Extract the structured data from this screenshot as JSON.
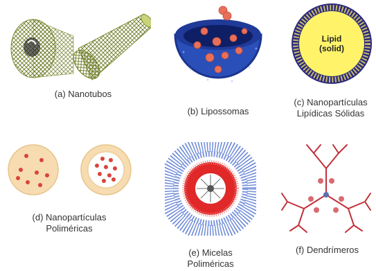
{
  "panels": {
    "nanotubes": {
      "caption": "(a) Nanotubos"
    },
    "liposomes": {
      "caption": "(b) Lipossomas"
    },
    "sln": {
      "caption_line1": "(c) Nanopartículas",
      "caption_line2": "Lipídicas Sólidas",
      "label_line1": "Lipid",
      "label_line2": "(solid)"
    },
    "polymeric_np": {
      "caption_line1": "(d) Nanopartículas",
      "caption_line2": "Poliméricas"
    },
    "micelles": {
      "caption_line1": "(e) Micelas",
      "caption_line2": "Poliméricas"
    },
    "dendrimers": {
      "caption": "(f) Dendrímeros"
    }
  },
  "colors": {
    "nanotube": "#8a9a3a",
    "liposome_shell": "#1f3fa0",
    "drug_sphere": "#e8705a",
    "sln_core": "#fff36a",
    "sln_ring": "#2a2a7a",
    "np_shell": "#f4d6a8",
    "np_dot": "#d9443a",
    "micelle_outer": "#5a7bd0",
    "micelle_core": "#e02828",
    "dendrimer": "#c0303a"
  }
}
